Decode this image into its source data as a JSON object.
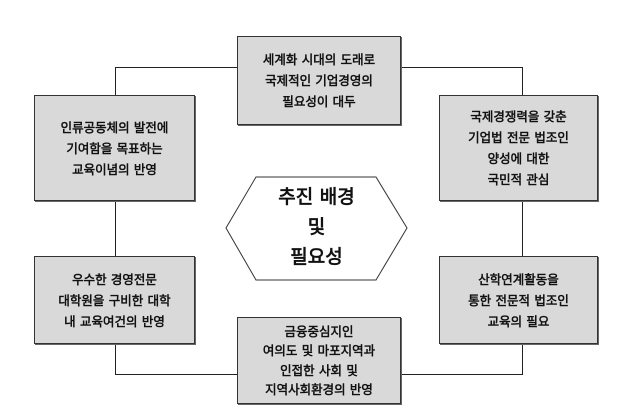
{
  "center": {
    "lines": [
      "추진 배경",
      "및",
      "필요성"
    ]
  },
  "boxes": {
    "top": {
      "lines": [
        "세계화 시대의 도래로",
        "국제적인 기업경영의",
        "필요성이 대두"
      ]
    },
    "upper_left": {
      "lines": [
        "인류공동체의 발전에",
        "기여함을 목표하는",
        "교육이념의 반영"
      ]
    },
    "upper_right": {
      "lines": [
        "국제경쟁력을 갖춘",
        "기업법 전문 법조인",
        "양성에 대한",
        "국민적 관심"
      ]
    },
    "lower_left": {
      "lines": [
        "우수한 경영전문",
        "대학원을 구비한 대학",
        "내 교육여건의 반영"
      ]
    },
    "lower_right": {
      "lines": [
        "산학연계활동을",
        "통한 전문적 법조인",
        "교육의 필요"
      ]
    },
    "bottom": {
      "lines": [
        "금융중심지인",
        "여의도 및 마포지역과",
        "인접한 사회 및",
        "지역사회환경의 반영"
      ]
    }
  }
}
